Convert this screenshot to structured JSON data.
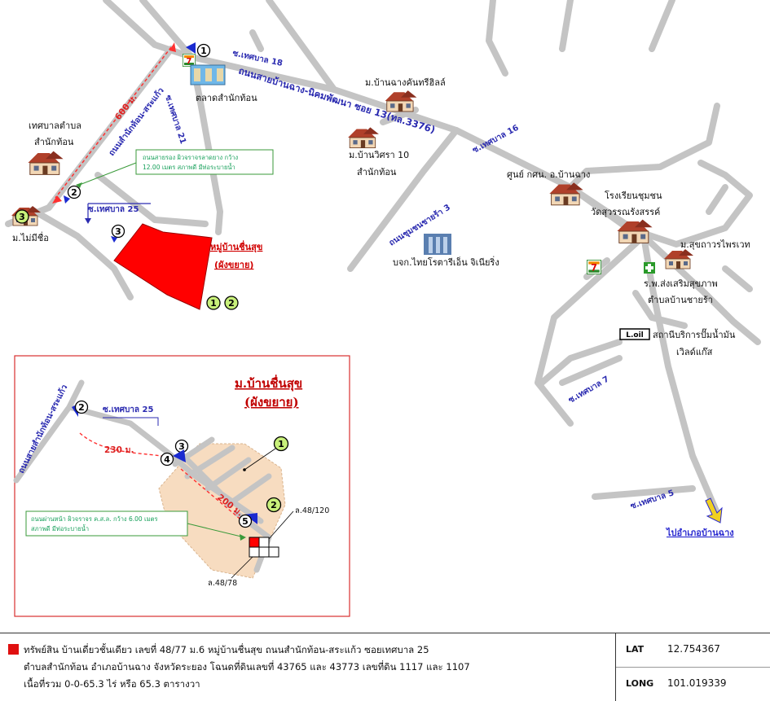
{
  "map": {
    "roads": {
      "soi18": "ซ.เทศบาล 18",
      "soi21": "ซ.เทศบาล 21",
      "soi25": "ซ.เทศบาล 25",
      "soi16": "ซ.เทศบาล 16",
      "soi7": "ซ.เทศบาล 7",
      "soi5": "ซ.เทศบาล 5",
      "main_road": "ถนนสายบ้านฉาง-นิคมพัฒนา ซอย 13(ทล.3376)",
      "samnak_road": "ถนนสำนักท้อน-สระแก้ว",
      "chumchon_road": "ถนนชุมชนชายร้า 3"
    },
    "distance_600": "600 ม.",
    "road_note": [
      "ถนนสายรอง ผิวจราจรลาดยาง กว้าง",
      "12.00 เมตร สภาพดี มีท่อระบายน้ำ"
    ],
    "landmarks": {
      "market": "ตลาดสำนักท้อน",
      "municipality": [
        "เทศบาลตำบล",
        "สำนักท้อน"
      ],
      "mai_mi_chue": "ม.ไม่มีชื่อ",
      "ban_chang_hill": "ม.บ้านฉางคันทรีฮิลล์",
      "wisara": [
        "ม.บ้านวิศรา 10",
        "สำนักท้อน"
      ],
      "kosano": "ศูนย์ กศน. อ.บ้านฉาง",
      "school": [
        "โรงเรียนชุมชน",
        "วัดสุวรรณรังสรรค์"
      ],
      "suk_varn": "ม.สุขถาวรไพรเวท",
      "company": "บจก.ไทยโรตารีเอ็น จิเนียริ่ง",
      "hospital": [
        "ร.พ.ส่งเสริมสุขภาพ",
        "ตำบลบ้านชายร้า"
      ],
      "gas_station": [
        "สถานีบริการปั๊มน้ำมัน",
        "เวิลด์แก๊ส"
      ],
      "gas_logo": "L.oil",
      "to_banchang": "ไปอำเภอบ้านฉาง",
      "subject_village": [
        "หมู่บ้านชื่นสุข",
        "(ผังขยาย)"
      ]
    },
    "markers": {
      "m1": "1",
      "m2": "2",
      "m3": "3",
      "m4": "4",
      "m5": "5"
    }
  },
  "inset": {
    "title": [
      "ม.บ้านชื่นสุข",
      "(ผังขยาย)"
    ],
    "road_label": "ถนนสายสำนักท้อน-สระแก้ว",
    "soi25": "ซ.เทศบาล 25",
    "distance_230": "230 ม.",
    "distance_200": "200 ม.",
    "plot_a": "ล.48/120",
    "plot_b": "ล.48/78",
    "road_note": [
      "ถนนผ่านหน้า ผิวจราจร ค.ส.ล. กว้าง 6.00 เมตร",
      "สภาพดี มีท่อระบายน้ำ"
    ]
  },
  "footer": {
    "description": [
      "ทรัพย์สิน บ้านเดี่ยวชั้นเดียว เลขที่ 48/77 ม.6  หมู่บ้านชื่นสุข ถนนสำนักท้อน-สระแก้ว ซอยเทศบาล 25",
      "ตำบลสำนักท้อน อำเภอบ้านฉาง  จังหวัดระยอง  โฉนดที่ดินเลขที่ 43765 และ 43773  เลขที่ดิน 1117 และ 1107",
      "เนื้อที่รวม 0-0-65.3 ไร่ หรือ 65.3 ตารางวา"
    ],
    "lat_label": "LAT",
    "lat_value": "12.754367",
    "long_label": "LONG",
    "long_value": "101.019339"
  },
  "colors": {
    "property": "#e01010",
    "road": "#c4c4c4",
    "road_label": "#2a2ab0",
    "marker_green": "#c8f07a",
    "arrow_blue": "#1a2ad0",
    "inset_border": "#d83030"
  }
}
